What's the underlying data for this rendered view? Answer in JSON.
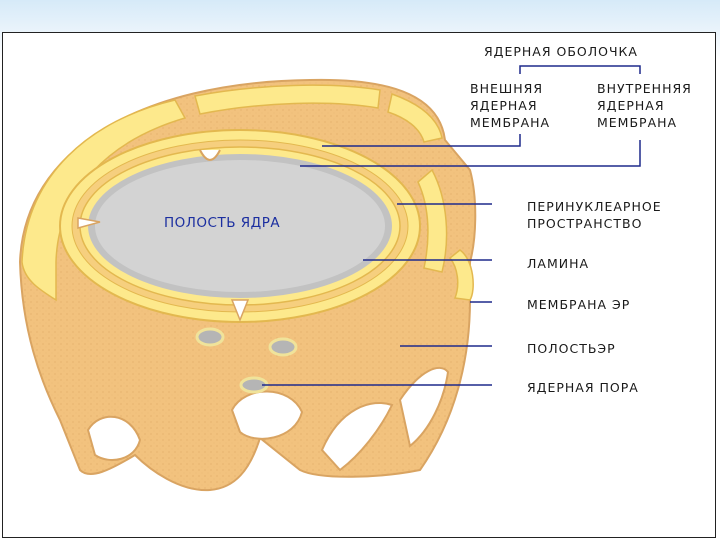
{
  "labels": {
    "nuclear_envelope": "ЯДЕРНАЯ ОБОЛОЧКА",
    "outer_membrane": "ВНЕШНЯЯ\nЯДЕРНАЯ\nМЕМБРАНА",
    "inner_membrane": "ВНУТРЕННЯЯ\nЯДЕРНАЯ\nМЕМБРАНА",
    "nuclear_cavity": "ПОЛОСТЬ ЯДРА",
    "perinuclear_space": "ПЕРИНУКЛЕАРНОЕ\nПРОСТРАНСТВО",
    "lamina": "ЛАМИНА",
    "er_membrane": "МЕМБРАНА ЭР",
    "er_cavity": "ПОЛОСТЬЭР",
    "nuclear_pore": "ЯДЕРНАЯ ПОРА"
  },
  "colors": {
    "er_tan": "#f2c27e",
    "er_shadow": "#d9a462",
    "membrane_yellow": "#fde98c",
    "cavity_grey": "#cfcfcf",
    "leader_blue": "#1f2a8c",
    "label_text": "#1a1a1a"
  }
}
